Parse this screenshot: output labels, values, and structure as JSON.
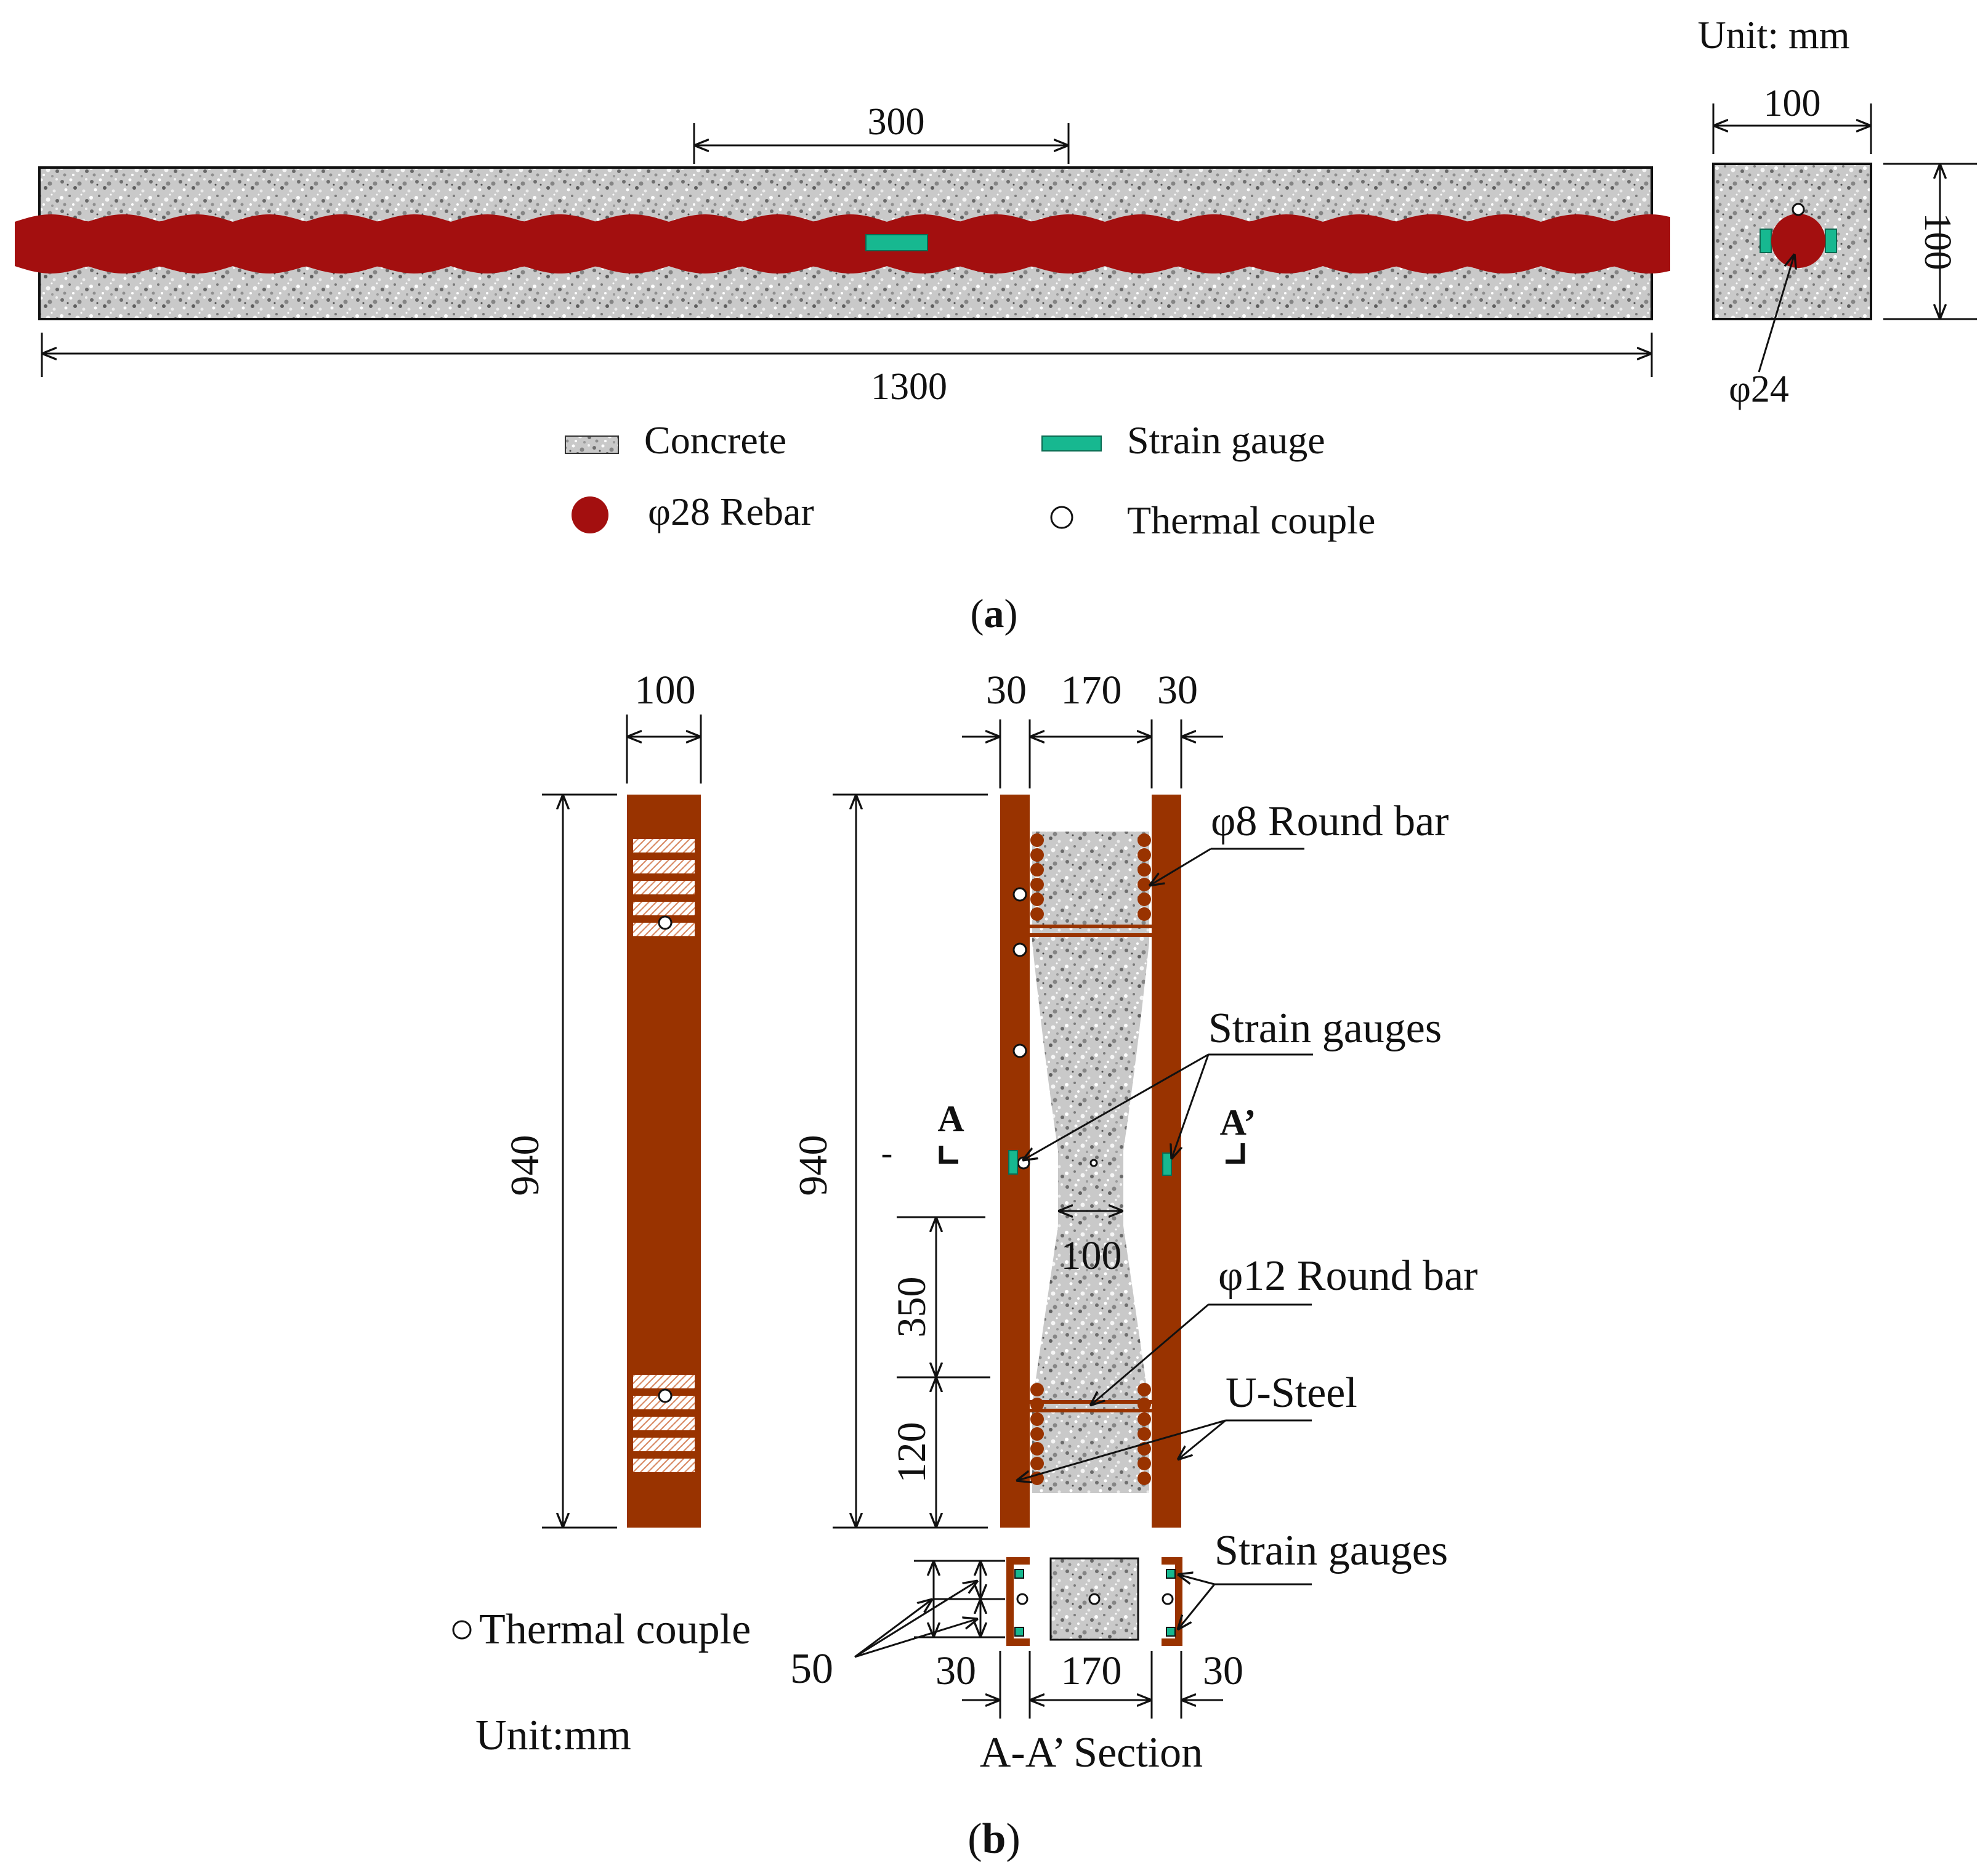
{
  "colors": {
    "rebar": "#a30f0f",
    "steel": "#993300",
    "gauge": "#17b890",
    "concrete_base": "#c8c8c8",
    "line": "#111111",
    "hatch_line": "#d98c66"
  },
  "panel_a": {
    "unit": "Unit: mm",
    "dim_300": "300",
    "dim_1300": "1300",
    "section_width": "100",
    "section_height": "100",
    "rebar_dia": "φ24",
    "legend": {
      "concrete": "Concrete",
      "strain_gauge": "Strain gauge",
      "rebar": "φ28 Rebar",
      "thermal": "Thermal couple"
    },
    "caption_letter": "a"
  },
  "panel_b": {
    "side_width": "100",
    "side_height": "940",
    "front_height": "940",
    "dim_30_left": "30",
    "dim_170": "170",
    "dim_30_right": "30",
    "dim_350": "350",
    "dim_120": "120",
    "neck_width": "100",
    "dash": "-",
    "section_mark_left": "A",
    "section_mark_right": "A’",
    "labels": {
      "round_bar_8": "φ8 Round bar",
      "strain_gauges": "Strain gauges",
      "round_bar_12": "φ12 Round bar",
      "u_steel": "U-Steel",
      "strain_gauges_section": "Strain gauges",
      "thermal": "Thermal couple",
      "unit": "Unit:mm"
    },
    "section": {
      "dim_50": "50",
      "dim_30_left": "30",
      "dim_170": "170",
      "dim_30_right": "30",
      "title": "A-A’ Section"
    },
    "caption_letter": "b"
  }
}
